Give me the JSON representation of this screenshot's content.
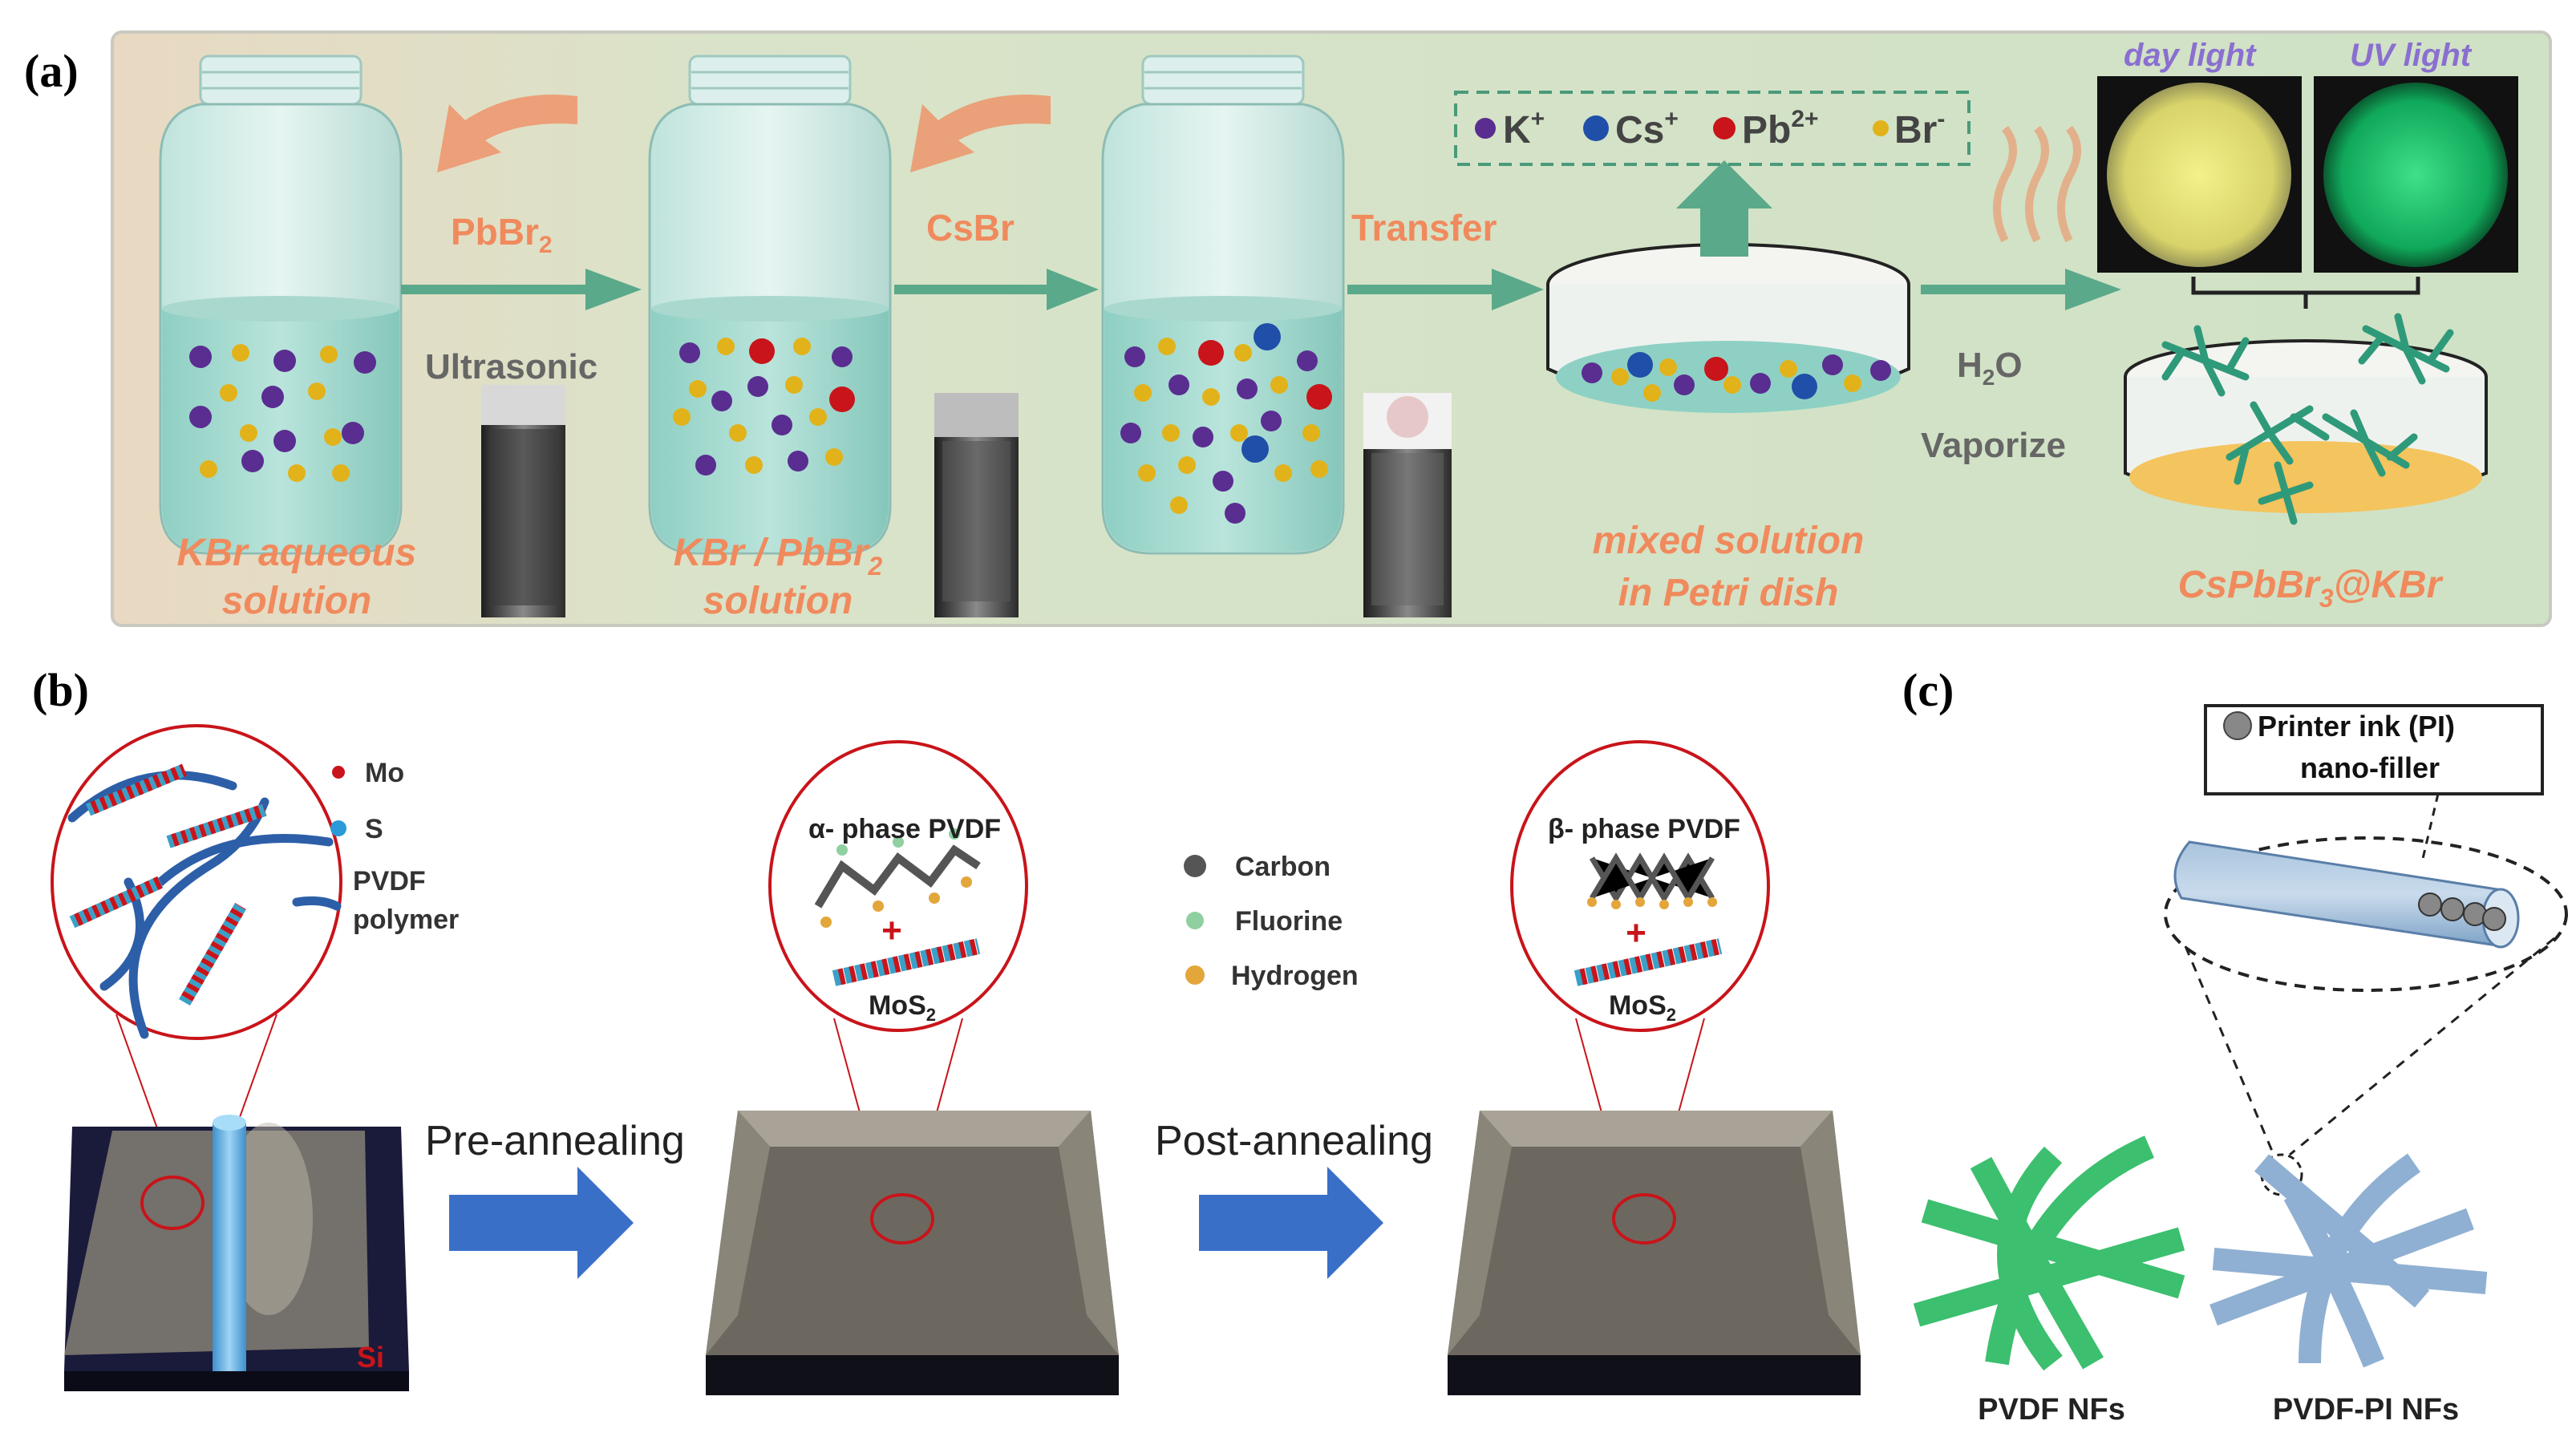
{
  "panel_a": {
    "tag": "(a)",
    "reagent_1": "PbBr",
    "reagent_1_sub": "2",
    "reagent_2": "CsBr",
    "reagent_3": "Transfer",
    "step_1": "Ultrasonic",
    "legend": {
      "k": "K",
      "k_sup": "+",
      "cs": "Cs",
      "cs_sup": "+",
      "pb": "Pb",
      "pb_sup": "2+",
      "br": "Br",
      "br_sup": "-"
    },
    "h2o": "H",
    "h2o_sub": "2",
    "h2o_tail": "O",
    "vaporize": "Vaporize",
    "day_light": "day light",
    "uv_light": "UV light",
    "jar1_line1": "KBr aqueous",
    "jar1_line2": "solution",
    "jar2_line1": "KBr / PbBr",
    "jar2_line1_sub": "2",
    "jar2_line2": "solution",
    "dish_line1": "mixed solution",
    "dish_line2": "in Petri dish",
    "product": "CsPbBr",
    "product_sub": "3",
    "product_tail": "@KBr",
    "colors": {
      "k": "#5a2d91",
      "cs": "#1f4fa8",
      "pb": "#c8141a",
      "br": "#e2b21a",
      "arrow": "#5aa98a",
      "orange": "#f08a5d",
      "bg": "#cfe0c4"
    }
  },
  "panel_b": {
    "tag": "(b)",
    "legend_mo": "Mo",
    "legend_s": "S",
    "legend_pvdf_1": "PVDF",
    "legend_pvdf_2": "polymer",
    "alpha_label": "α- phase PVDF",
    "beta_label": "β- phase PVDF",
    "mos2": "MoS",
    "mos2_sub": "2",
    "pre_annealing": "Pre-annealing",
    "post_annealing": "Post-annealing",
    "si": "Si",
    "legend_carbon": "Carbon",
    "legend_fluorine": "Fluorine",
    "legend_hydrogen": "Hydrogen"
  },
  "panel_c": {
    "tag": "(c)",
    "filler_line1": "Printer ink (PI)",
    "filler_line2": "nano-filler",
    "pvdf_nfs": "PVDF NFs",
    "pvdf_pi_nfs": "PVDF-PI NFs"
  }
}
